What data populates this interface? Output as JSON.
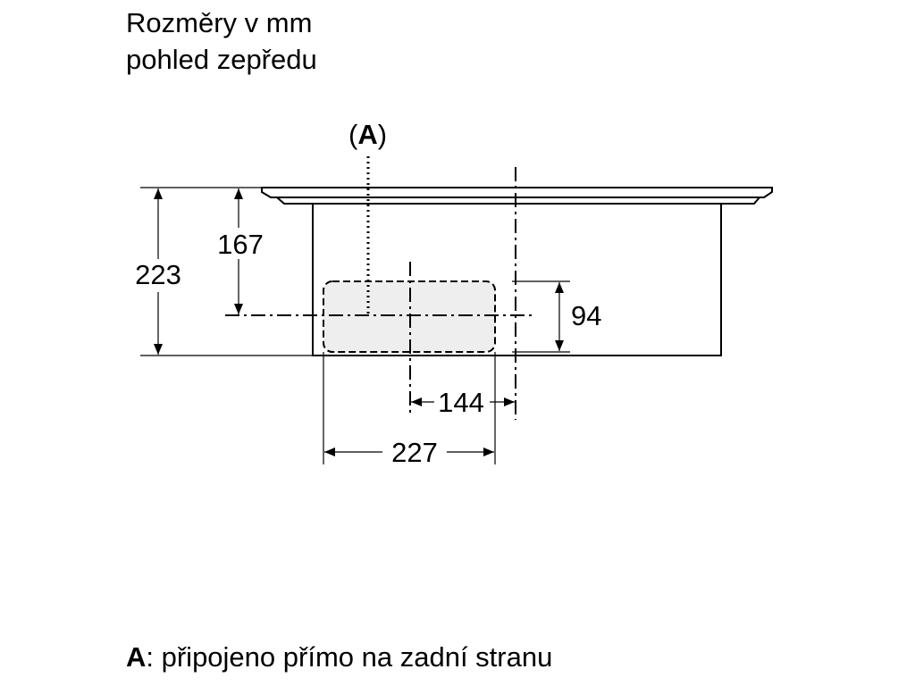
{
  "header": {
    "title": "Rozměry v mm",
    "subtitle": "pohled zepředu"
  },
  "callout": {
    "open": "(",
    "letter": "A",
    "close": ")"
  },
  "dimensions": {
    "total_height": "223",
    "axis_height": "167",
    "outlet_height": "94",
    "axis_offset": "144",
    "outlet_width": "227"
  },
  "legend": {
    "key": "A",
    "text": ": připojeno přímo na zadní stranu"
  },
  "colors": {
    "line": "#000000",
    "outlet_fill": "#eeeeee"
  }
}
